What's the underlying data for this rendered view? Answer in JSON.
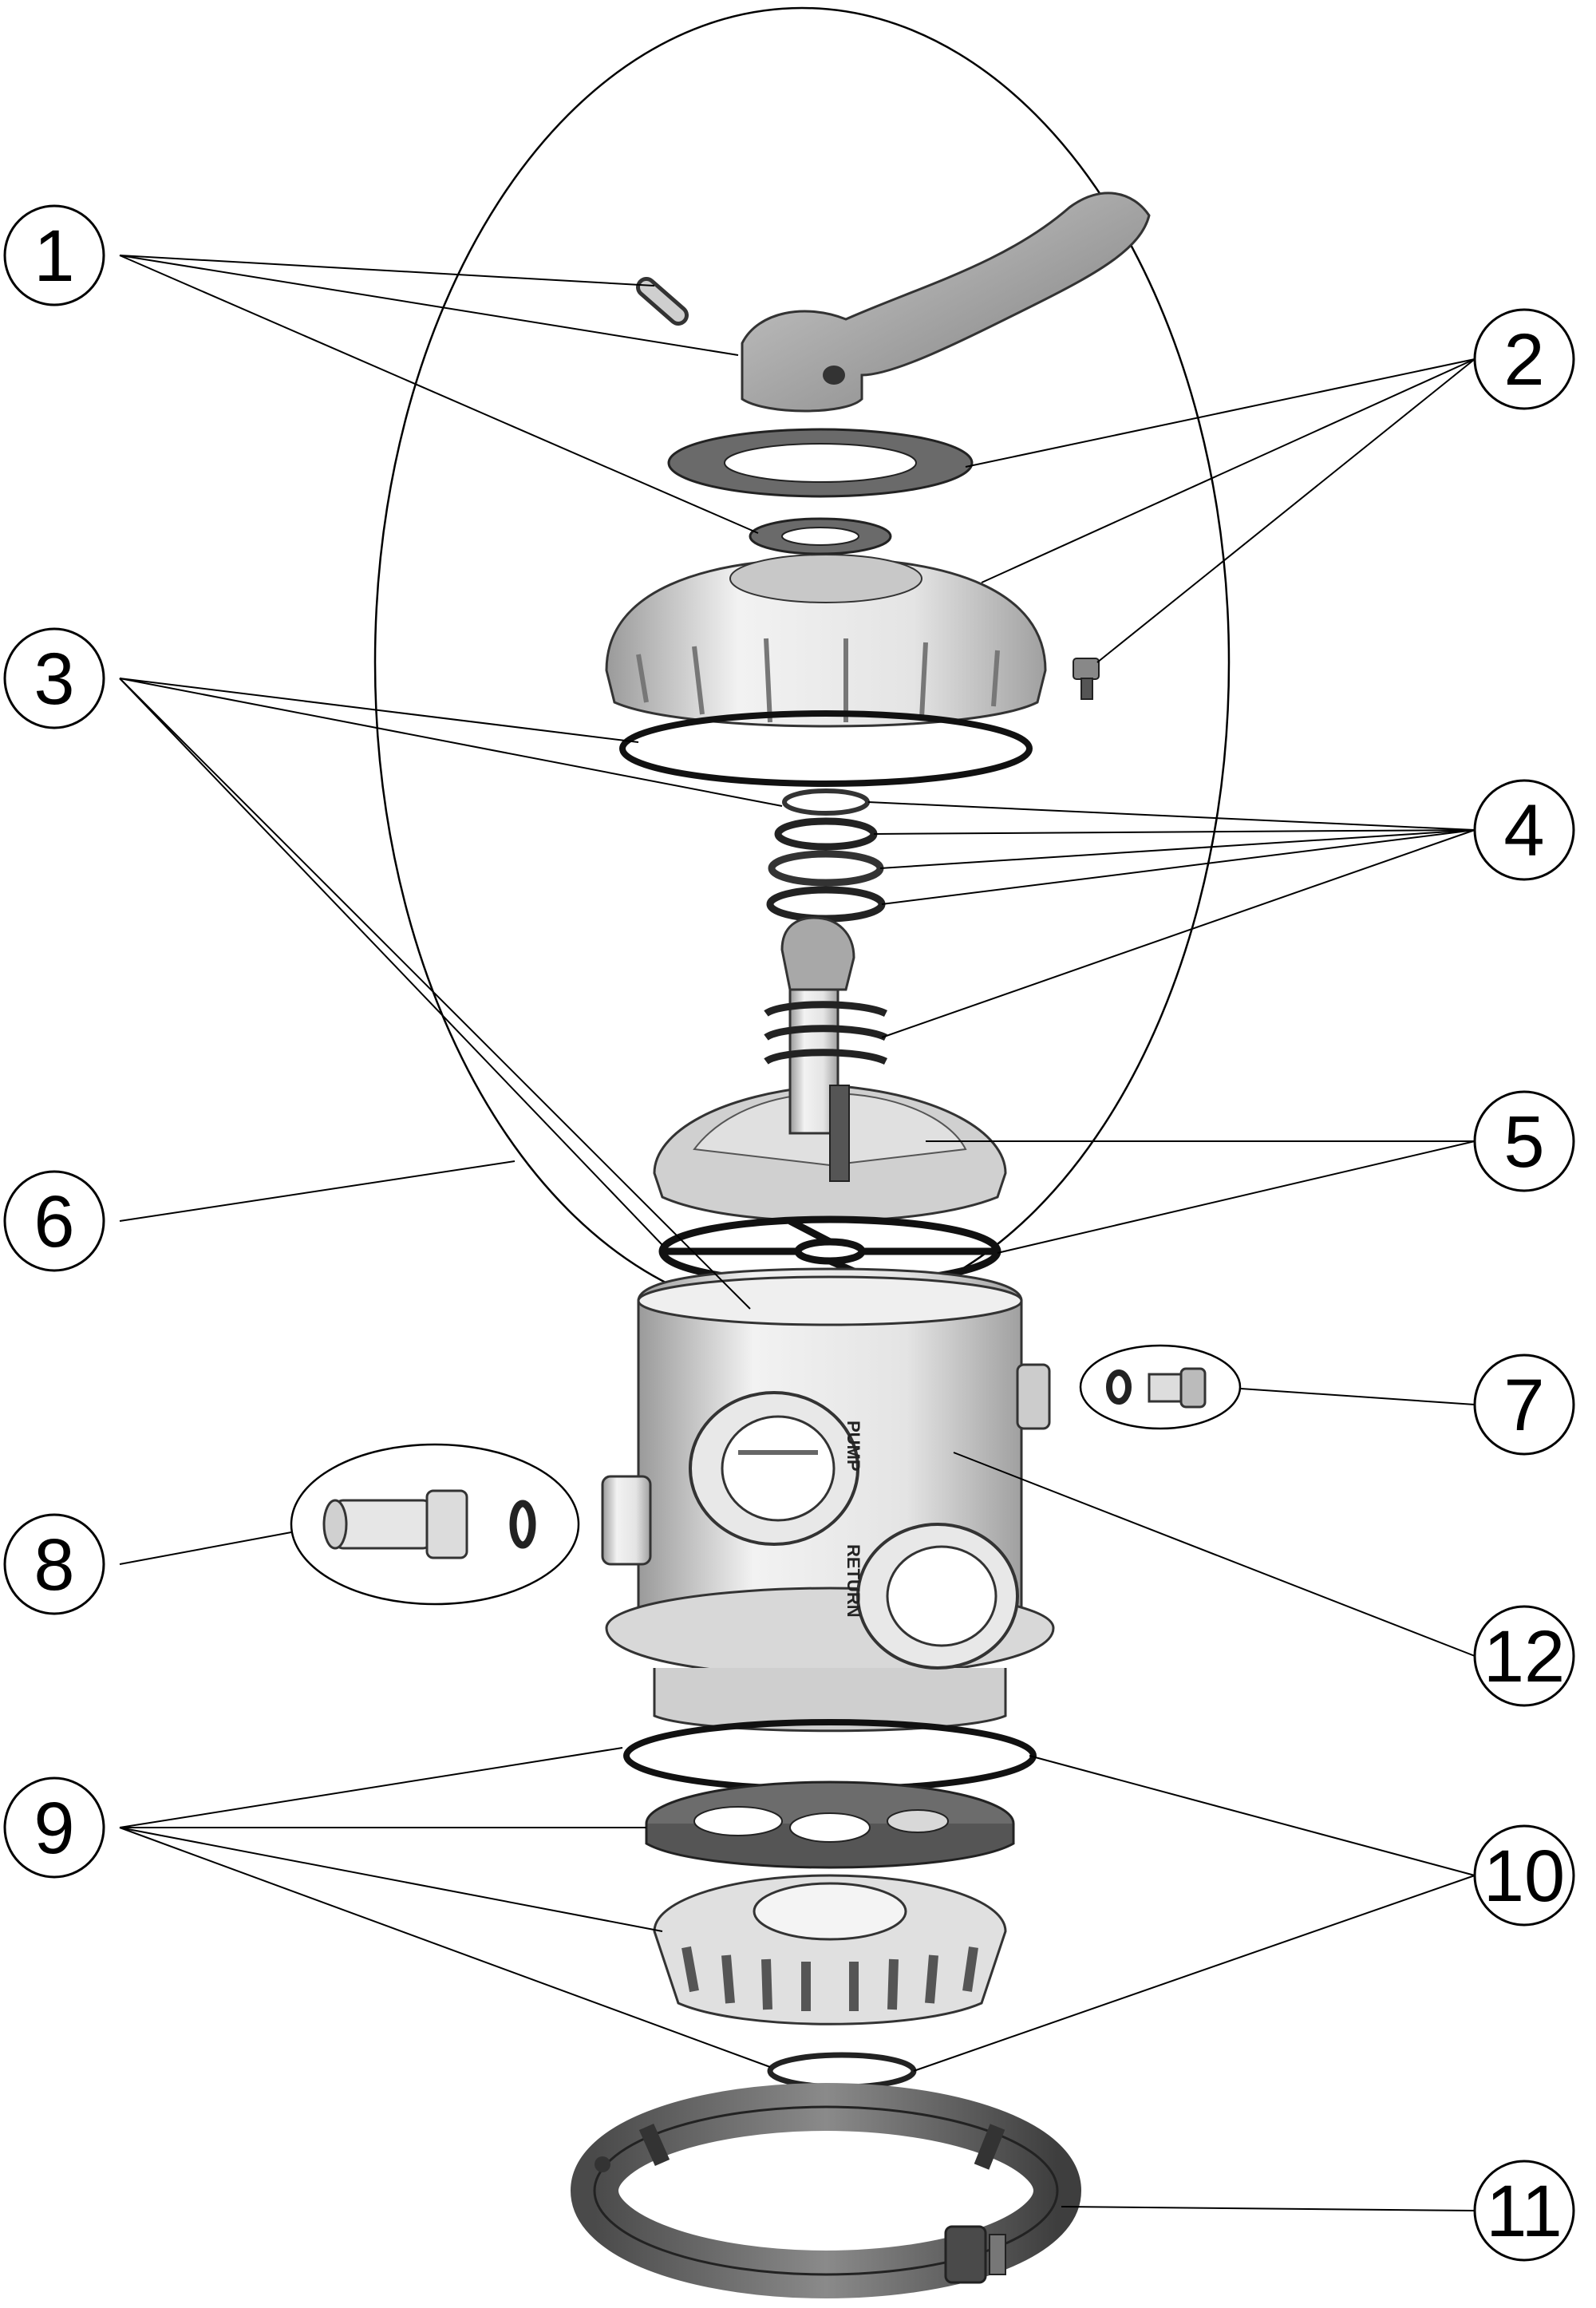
{
  "callouts": [
    "1",
    "2",
    "3",
    "4",
    "5",
    "6",
    "7",
    "8",
    "9",
    "10",
    "11",
    "12"
  ],
  "port_labels": {
    "pump": "PUMP",
    "return": "RETURN"
  },
  "colors": {
    "stroke": "#000000",
    "part_light": "#e6e6e6",
    "part_mid": "#b8b8b8",
    "part_dark": "#6e6e6e",
    "gasket": "#707070"
  }
}
